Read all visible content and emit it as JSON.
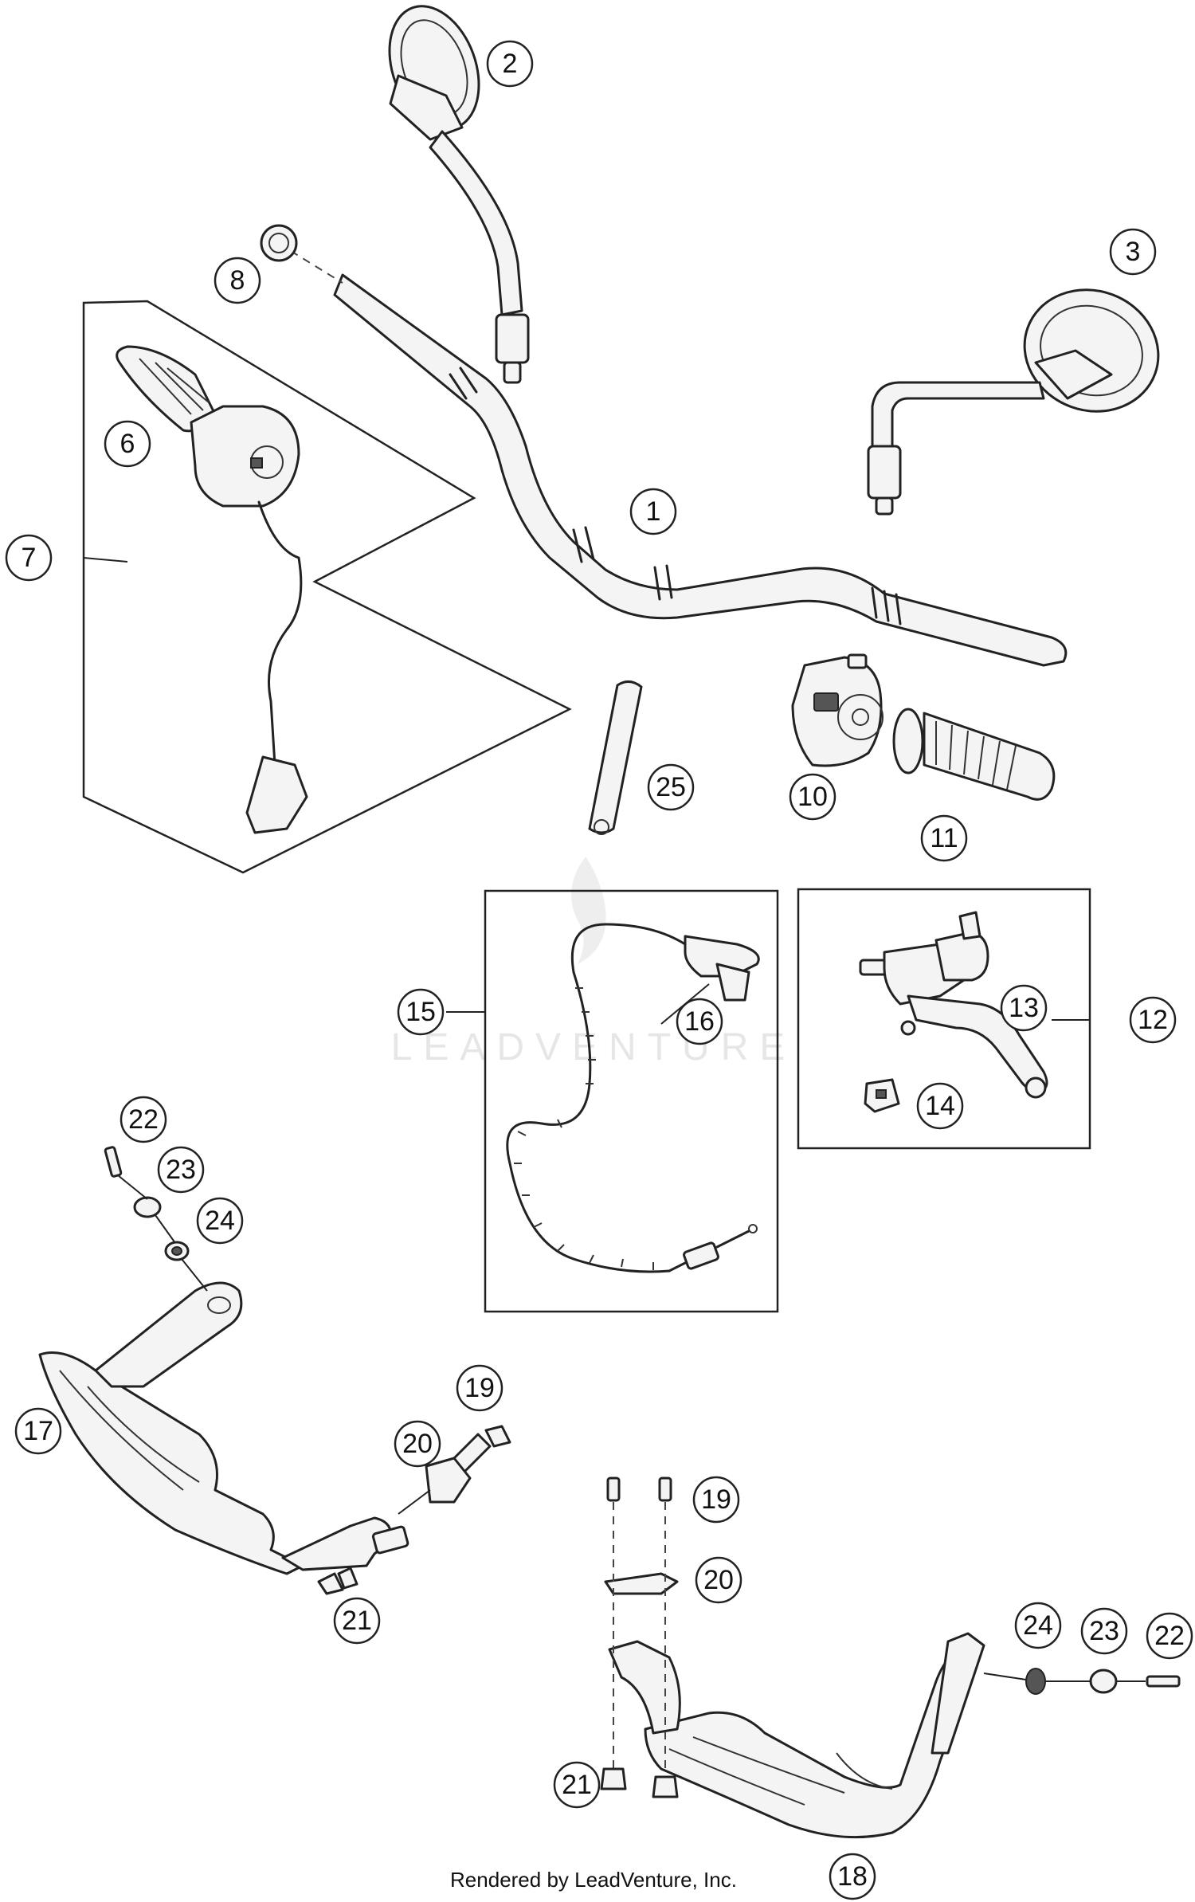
{
  "callouts": [
    {
      "id": "c1",
      "label": "1"
    },
    {
      "id": "c2",
      "label": "2"
    },
    {
      "id": "c3",
      "label": "3"
    },
    {
      "id": "c6",
      "label": "6"
    },
    {
      "id": "c7",
      "label": "7"
    },
    {
      "id": "c8",
      "label": "8"
    },
    {
      "id": "c10",
      "label": "10"
    },
    {
      "id": "c11",
      "label": "11"
    },
    {
      "id": "c12",
      "label": "12"
    },
    {
      "id": "c13",
      "label": "13"
    },
    {
      "id": "c14",
      "label": "14"
    },
    {
      "id": "c15",
      "label": "15"
    },
    {
      "id": "c16",
      "label": "16"
    },
    {
      "id": "c17",
      "label": "17"
    },
    {
      "id": "c18",
      "label": "18"
    },
    {
      "id": "c19a",
      "label": "19"
    },
    {
      "id": "c19b",
      "label": "19"
    },
    {
      "id": "c20a",
      "label": "20"
    },
    {
      "id": "c20b",
      "label": "20"
    },
    {
      "id": "c21a",
      "label": "21"
    },
    {
      "id": "c21b",
      "label": "21"
    },
    {
      "id": "c22a",
      "label": "22"
    },
    {
      "id": "c22b",
      "label": "22"
    },
    {
      "id": "c23a",
      "label": "23"
    },
    {
      "id": "c23b",
      "label": "23"
    },
    {
      "id": "c24a",
      "label": "24"
    },
    {
      "id": "c24b",
      "label": "24"
    },
    {
      "id": "c25",
      "label": "25"
    }
  ],
  "watermark": "LEADVENTURE",
  "credit": "Rendered by LeadVenture, Inc."
}
